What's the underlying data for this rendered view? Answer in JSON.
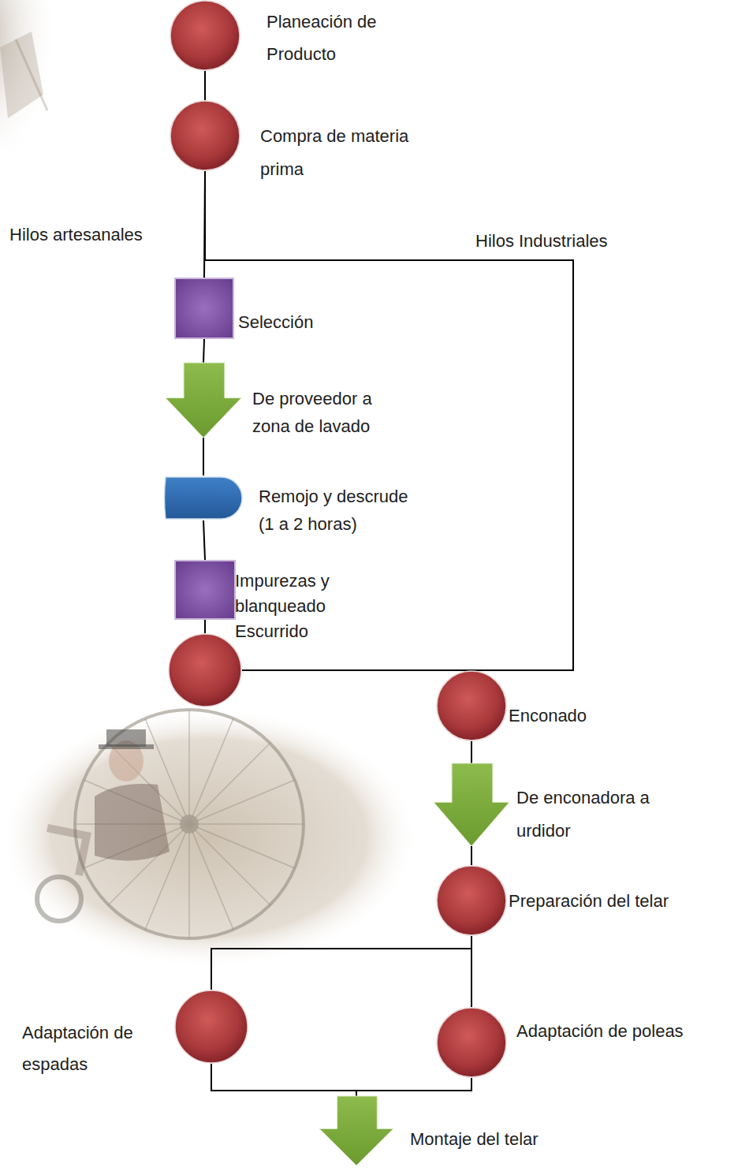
{
  "diagram": {
    "nodes": [
      {
        "text": [
          "Planeación de Producto"
        ]
      },
      {
        "text": [
          "Compra de materia prima"
        ]
      },
      {
        "text": [
          "Selección"
        ]
      },
      {
        "text": [
          "De proveedor a zona de lavado"
        ]
      },
      {
        "text": [
          "Remojo y descrude (1 a 2 horas)"
        ]
      },
      {
        "text": [
          "Impurezas y blanqueado Escurrido"
        ]
      },
      {
        "text": []
      },
      {
        "text": [
          "Enconado"
        ]
      },
      {
        "text": [
          "De enconadora a urdidor"
        ]
      },
      {
        "text": [
          "Preparación del telar"
        ]
      },
      {
        "text": [
          "Adaptación de espadas"
        ]
      },
      {
        "text": [
          "Adaptación de poleas"
        ]
      },
      {
        "text": [
          "Montaje del telar"
        ]
      }
    ],
    "edges": [
      {
        "from": 0,
        "to": 1,
        "arrow": "none"
      },
      {
        "from": 1,
        "to": 2,
        "arrow": "none"
      },
      {
        "from": 1,
        "to": 7,
        "arrow": "none"
      },
      {
        "from": 2,
        "to": 3,
        "arrow": "none"
      },
      {
        "from": 3,
        "to": 4,
        "arrow": "none"
      },
      {
        "from": 4,
        "to": 5,
        "arrow": "none"
      },
      {
        "from": 5,
        "to": 6,
        "arrow": "none"
      },
      {
        "from": 6,
        "to": 7,
        "arrow": "none"
      },
      {
        "from": 7,
        "to": 8,
        "arrow": "none"
      },
      {
        "from": 8,
        "to": 9,
        "arrow": "none"
      },
      {
        "from": 9,
        "to": 10,
        "arrow": "none"
      },
      {
        "from": 9,
        "to": 11,
        "arrow": "none"
      },
      {
        "from": 10,
        "to": 12,
        "arrow": "none"
      },
      {
        "from": 11,
        "to": 12,
        "arrow": "none"
      }
    ],
    "labels": [
      "Hilos artesanales",
      "Hilos Industriales"
    ]
  }
}
